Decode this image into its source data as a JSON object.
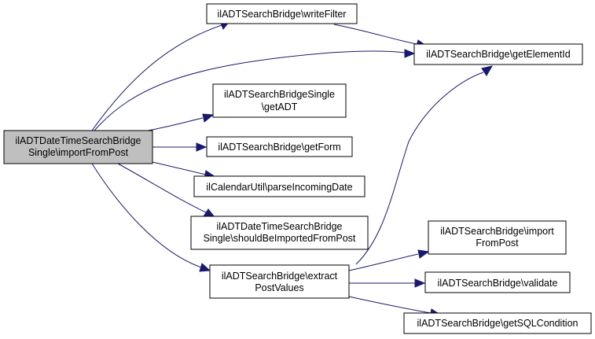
{
  "graph": {
    "root": {
      "line1": "ilADTDateTimeSearchBridge",
      "line2": "Single\\importFromPost"
    },
    "nodes": {
      "write_filter": {
        "line1": "ilADTSearchBridge\\writeFilter"
      },
      "get_element_id": {
        "line1": "ilADTSearchBridge\\getElementId"
      },
      "get_adt": {
        "line1": "ilADTSearchBridgeSingle",
        "line2": "\\getADT"
      },
      "get_form": {
        "line1": "ilADTSearchBridge\\getForm"
      },
      "parse_incoming_date": {
        "line1": "ilCalendarUtil\\parseIncomingDate"
      },
      "should_be_imported": {
        "line1": "ilADTDateTimeSearchBridge",
        "line2": "Single\\shouldBeImportedFromPost"
      },
      "extract_post_values": {
        "line1": "ilADTSearchBridge\\extract",
        "line2": "PostValues"
      },
      "import_from_post": {
        "line1": "ilADTSearchBridge\\import",
        "line2": "FromPost"
      },
      "validate": {
        "line1": "ilADTSearchBridge\\validate"
      },
      "get_sql_condition": {
        "line1": "ilADTSearchBridge\\getSQLCondition"
      }
    },
    "edge_color": "#191970",
    "root_fill": "#bfbfbf"
  }
}
